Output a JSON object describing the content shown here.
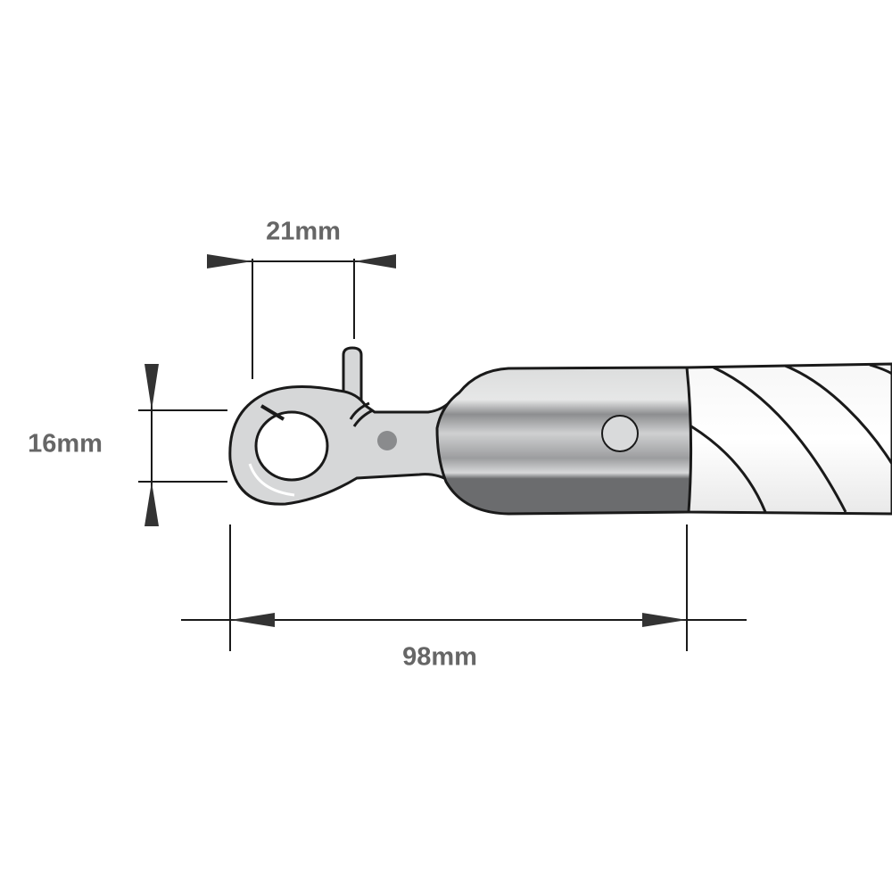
{
  "dimensions": {
    "hook_opening": "21mm",
    "ring_height": "16mm",
    "end_length": "98mm"
  },
  "colors": {
    "label": "#666666",
    "line": "#1a1a1a",
    "metal_light": "#d9dadb",
    "metal_dark": "#6b6c6e",
    "rope": "#f2f2f2"
  }
}
